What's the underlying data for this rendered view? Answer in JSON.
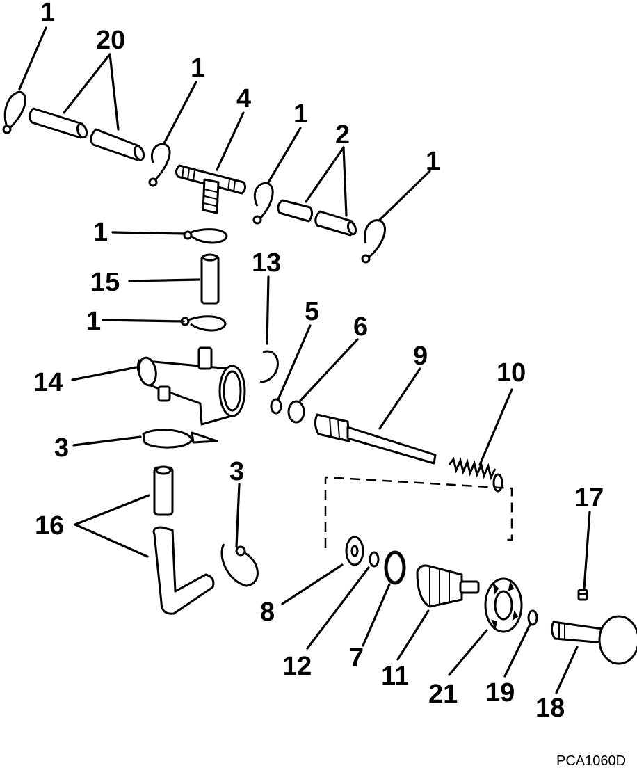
{
  "callouts": {
    "c1_a": "1",
    "c20": "20",
    "c1_b": "1",
    "c4": "4",
    "c1_c": "1",
    "c2": "2",
    "c1_d": "1",
    "c1_e": "1",
    "c15": "15",
    "c1_f": "1",
    "c13": "13",
    "c5": "5",
    "c6": "6",
    "c9": "9",
    "c10": "10",
    "c14": "14",
    "c3_a": "3",
    "c3_b": "3",
    "c16": "16",
    "c17": "17",
    "c8": "8",
    "c12": "12",
    "c7": "7",
    "c11": "11",
    "c21": "21",
    "c19": "19",
    "c18": "18"
  },
  "figure_code": "PCA1060D"
}
